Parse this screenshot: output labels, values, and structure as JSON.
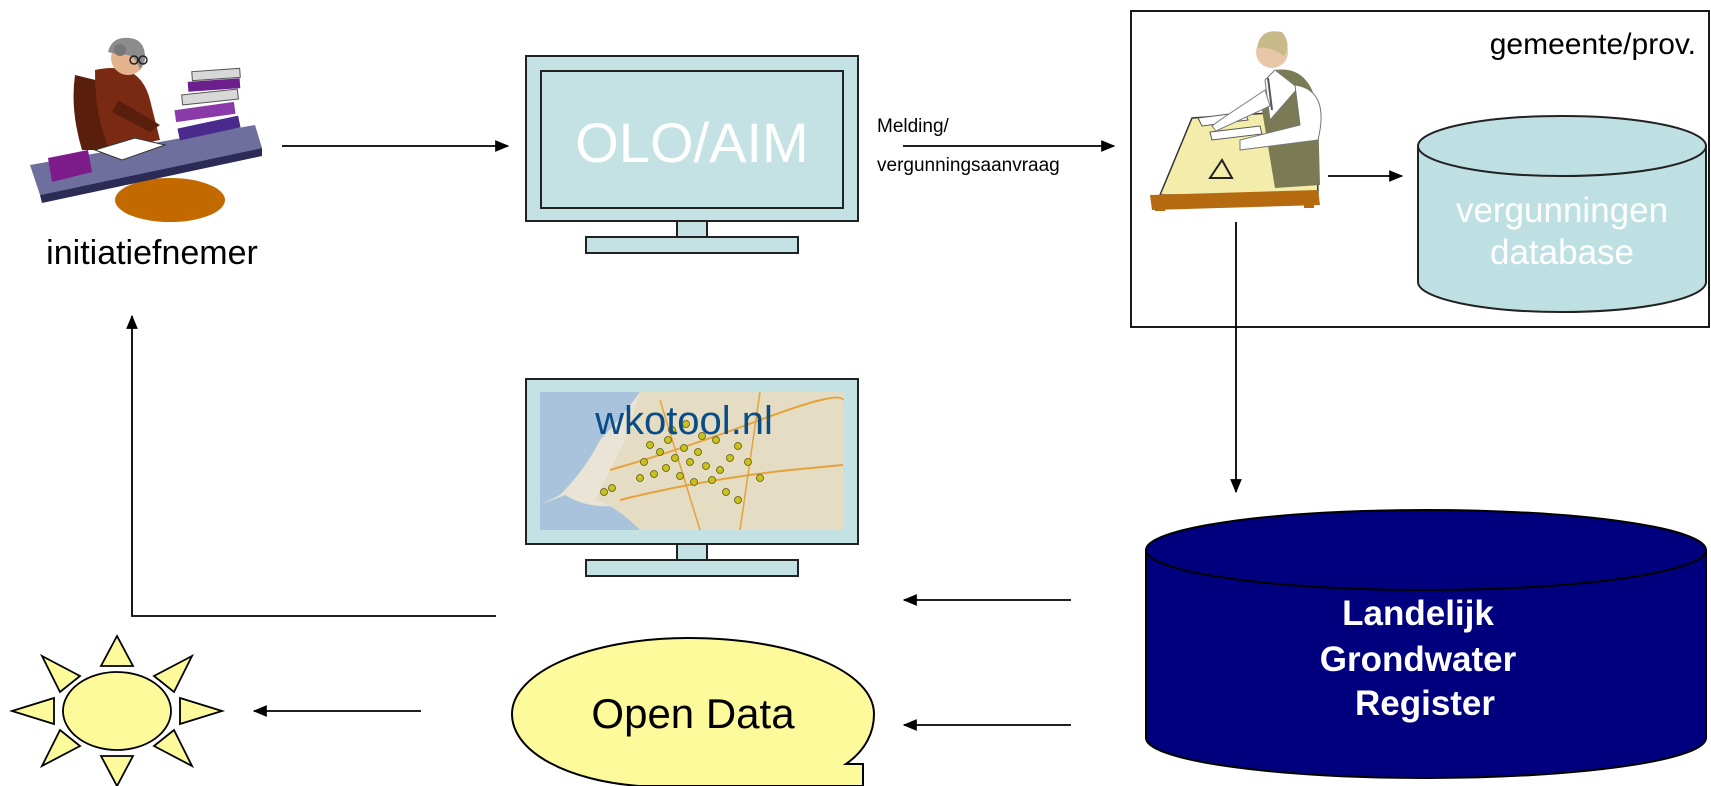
{
  "actors": {
    "initiator": {
      "label": "initiatiefnemer",
      "icon": "person-at-desk-icon"
    },
    "authority": {
      "label": "gemeente/prov.",
      "icon": "clerk-at-drafting-table-icon"
    }
  },
  "screens": {
    "olo": {
      "label": "OLO/AIM",
      "icon": "monitor-icon"
    },
    "wkotool": {
      "label": "wkotool.nl",
      "icon": "monitor-icon",
      "content": "netherlands-map-thumbnail"
    }
  },
  "databases": {
    "permits": {
      "line1": "vergunningen",
      "line2": "database"
    },
    "registry": {
      "line1": "Landelijk",
      "line2": "Grondwater",
      "line3": "Register"
    }
  },
  "flow_labels": {
    "submission_line1": "Melding/",
    "submission_line2": "vergunningsaanvraag"
  },
  "open_data": {
    "label": "Open Data",
    "icon": "speech-bubble-icon"
  },
  "sun": {
    "icon": "sun-icon"
  },
  "colors": {
    "screen_fill": "#c4e1e4",
    "screen_border": "#1f1f1f",
    "permit_db_fill": "#bfe0e3",
    "registry_fill": "#00007f",
    "registry_text": "#ffffff",
    "bubble_fill": "#fdfa9b",
    "sun_fill": "#fdfa9b",
    "wkotool_text": "#0a4c87",
    "arrow": "#000000"
  }
}
